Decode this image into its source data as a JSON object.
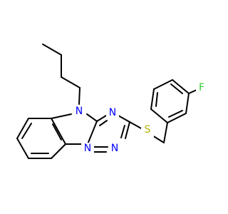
{
  "molecule": {
    "atoms": {
      "n_indole": {
        "text": "N",
        "color": "#0000ff"
      },
      "n_triazine_upper": {
        "text": "N",
        "color": "#0000ff"
      },
      "n_triazine_lower_left": {
        "text": "N",
        "color": "#0000ff"
      },
      "n_triazine_lower_right": {
        "text": "N",
        "color": "#0000ff"
      },
      "sulfur": {
        "text": "S",
        "color": "#b2b200"
      },
      "fluorine": {
        "text": "F",
        "color": "#33cc33"
      }
    }
  }
}
